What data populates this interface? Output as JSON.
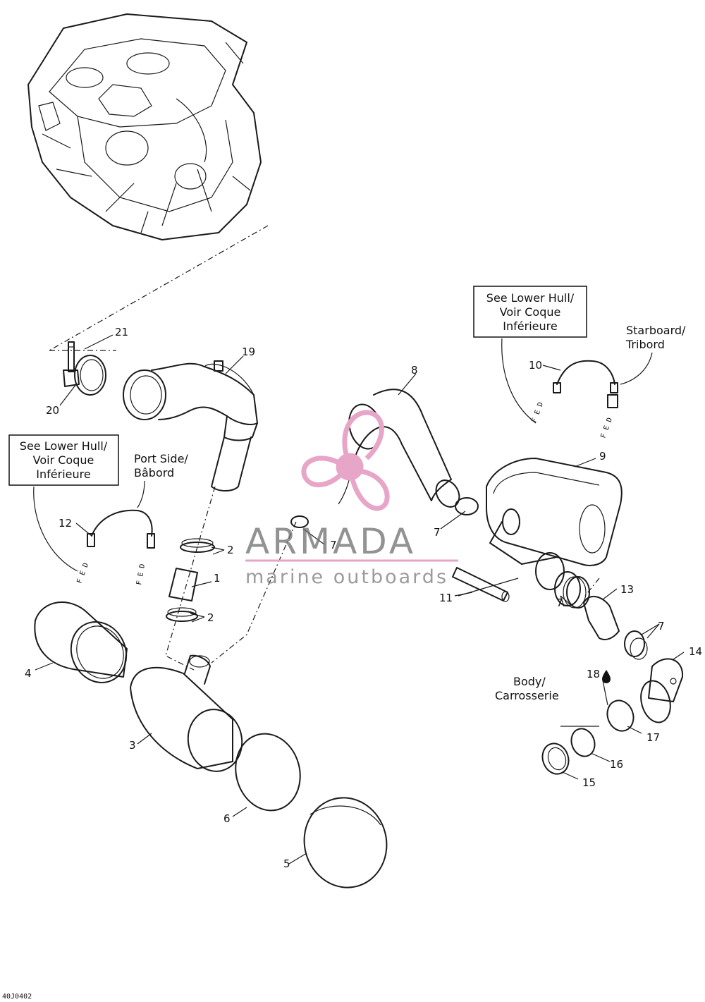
{
  "callouts": {
    "c1": "1",
    "c2a": "2",
    "c2b": "2",
    "c3": "3",
    "c4": "4",
    "c5": "5",
    "c6": "6",
    "c7a": "7",
    "c7b": "7",
    "c7c": "7",
    "c7d": "7",
    "c8": "8",
    "c9": "9",
    "c10": "10",
    "c11": "11",
    "c12": "12",
    "c13": "13",
    "c14": "14",
    "c15": "15",
    "c16": "16",
    "c17": "17",
    "c18": "18",
    "c19": "19",
    "c20": "20",
    "c21": "21"
  },
  "notes": {
    "lower_hull_right": [
      "See Lower Hull/",
      "Voir Coque",
      "Inférieure"
    ],
    "lower_hull_left": [
      "See Lower Hull/",
      "Voir Coque",
      "Inférieure"
    ],
    "starboard": [
      "Starboard/",
      "Tribord"
    ],
    "port_side": [
      "Port Side/",
      "Bâbord"
    ],
    "body": [
      "Body/",
      "Carrosserie"
    ]
  },
  "watermark": {
    "brand": "ARMADA",
    "tagline": "marine outboards",
    "accent_color": "#e7a6c8",
    "text_color": "#6e6e6e"
  },
  "figure_code": "40J0402"
}
